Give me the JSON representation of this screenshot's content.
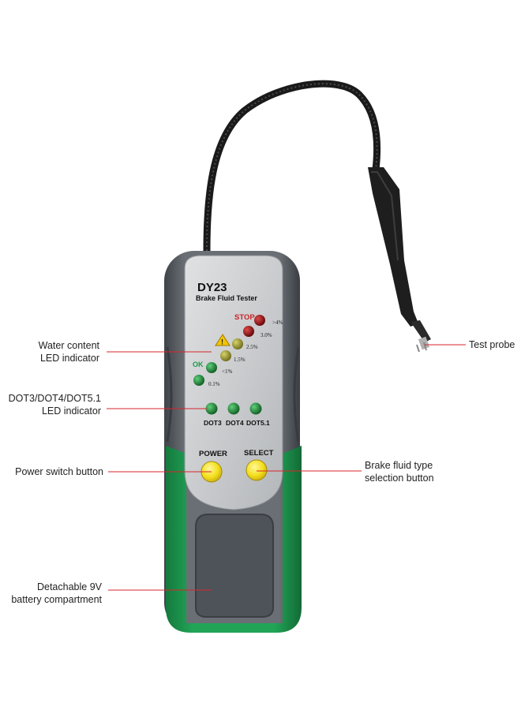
{
  "device": {
    "model": "DY23",
    "name": "Brake Fluid Tester",
    "stop_label": "STOP",
    "ok_label": "OK",
    "water_levels": [
      ">4%",
      "3.0%",
      "2.5%",
      "1.5%",
      "<1%",
      "0.1%"
    ],
    "fluid_types": [
      "DOT3",
      "DOT4",
      "DOT5.1"
    ],
    "power_label": "POWER",
    "select_label": "SELECT",
    "colors": {
      "body_green": "#1f9a53",
      "body_gray": "#5b6066",
      "faceplate": "#c9cbce",
      "button_yellow": "#f5e320",
      "led_green": "#1c7a2e",
      "led_red": "#8f0f12",
      "callout_line": "#d8242c"
    }
  },
  "callouts": {
    "water_content": [
      "Water content",
      "LED indicator"
    ],
    "dot_types": [
      "DOT3/DOT4/DOT5.1",
      "LED indicator"
    ],
    "power_switch": [
      "Power switch button"
    ],
    "battery": [
      "Detachable 9V",
      "battery compartment"
    ],
    "test_probe": [
      "Test probe"
    ],
    "select_button": [
      "Brake fluid type",
      "selection button"
    ]
  }
}
